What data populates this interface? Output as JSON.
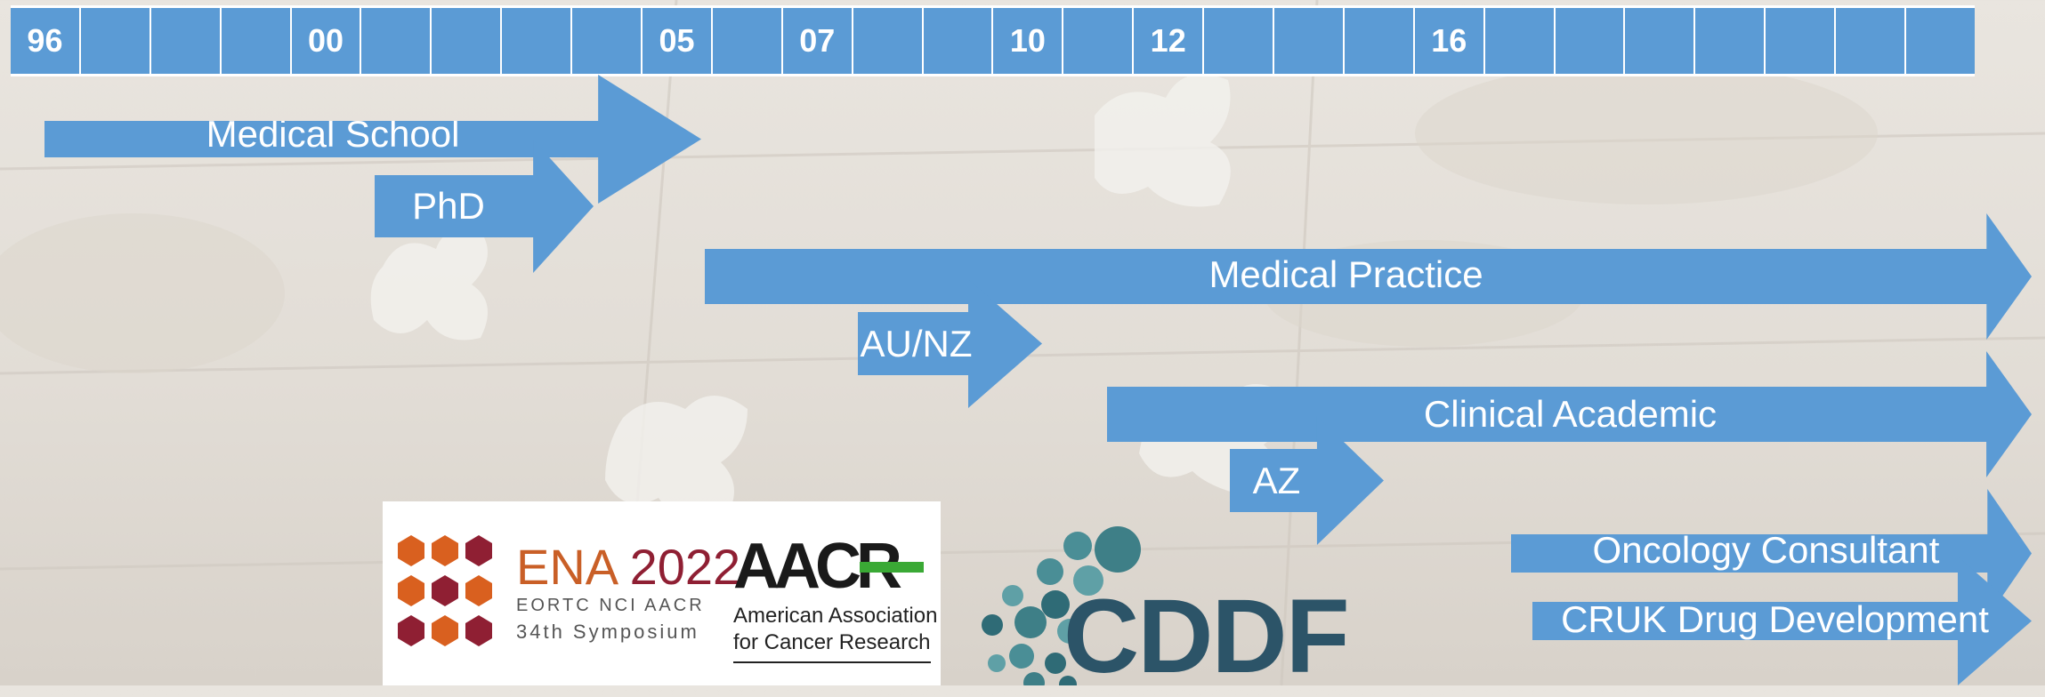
{
  "timeline": {
    "cells": [
      "96",
      "",
      "",
      "",
      "00",
      "",
      "",
      "",
      "",
      "05",
      "",
      "07",
      "",
      "",
      "10",
      "",
      "12",
      "",
      "",
      "",
      "16",
      "",
      "",
      "",
      "",
      "",
      "",
      ""
    ]
  },
  "arrows": {
    "medical_school": "Medical School",
    "phd": "PhD",
    "medical_practice": "Medical Practice",
    "au_nz": "AU/NZ",
    "clinical_academic": "Clinical Academic",
    "az": "AZ",
    "oncology_consultant": "Oncology Consultant",
    "cruk": "CRUK Drug Development"
  },
  "logos": {
    "ena": {
      "title_prefix": "ENA ",
      "title_year": "2022",
      "line1": "EORTC NCI AACR",
      "line2": "34th Symposium"
    },
    "aacr": {
      "mark": "AACR",
      "line1": "American Association",
      "line2": "for Cancer Research"
    },
    "cddf": {
      "mark": "CDDF"
    }
  },
  "colors": {
    "arrow_blue": "#5b9bd5",
    "ena_orange": "#c95f27",
    "ena_red": "#8f1f33",
    "aacr_green": "#3aa935",
    "cddf_teal": "#2c5468"
  }
}
